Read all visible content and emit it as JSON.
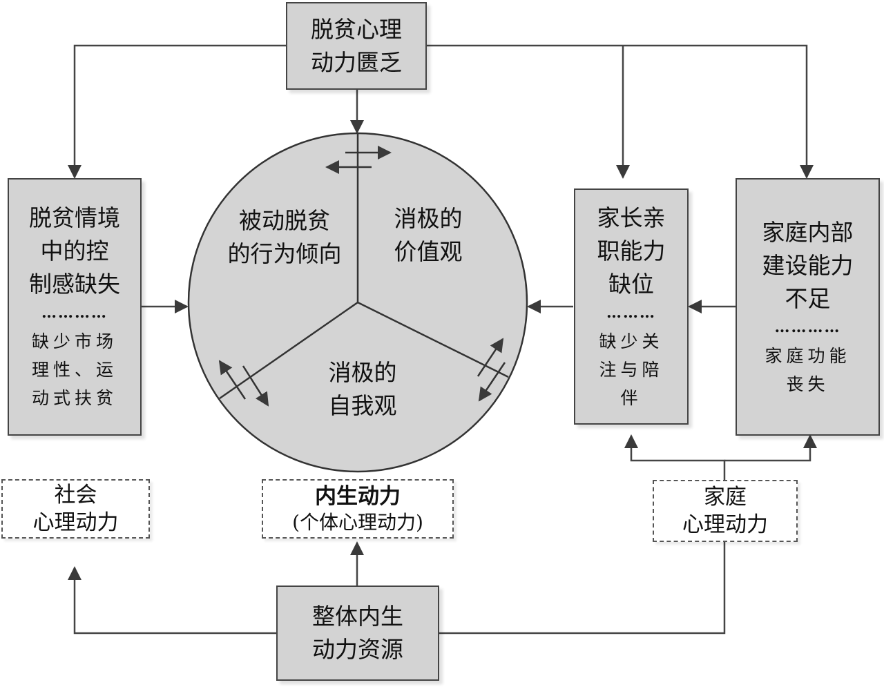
{
  "diagram": {
    "colors": {
      "box_fill": "#d3d3d3",
      "line": "#444444",
      "arrow": "#3a3a3a",
      "background": "#ffffff"
    },
    "top_box": {
      "text": "脱贫心理\n动力匮乏"
    },
    "left_box": {
      "title": "脱贫情境\n中的控\n制感缺失",
      "separator": "…………",
      "detail": "缺少市场\n理性、运\n动式扶贫"
    },
    "parent_box": {
      "title": "家长亲\n职能力\n缺位",
      "separator": "………",
      "detail": "缺少关\n注与陪\n伴"
    },
    "family_box": {
      "title": "家庭内部\n建设能力\n不足",
      "separator": "…………",
      "detail": "家庭功能\n丧失"
    },
    "circle": {
      "sectors": [
        {
          "label": "被动脱贫\n的行为倾向"
        },
        {
          "label": "消极的\n价值观"
        },
        {
          "label": "消极的\n自我观"
        }
      ]
    },
    "social_label": {
      "text": "社会\n心理动力"
    },
    "internal_label": {
      "title": "内生动力",
      "subtitle": "(个体心理动力)"
    },
    "family_label": {
      "text": "家庭\n心理动力"
    },
    "bottom_box": {
      "text": "整体内生\n动力资源"
    }
  }
}
